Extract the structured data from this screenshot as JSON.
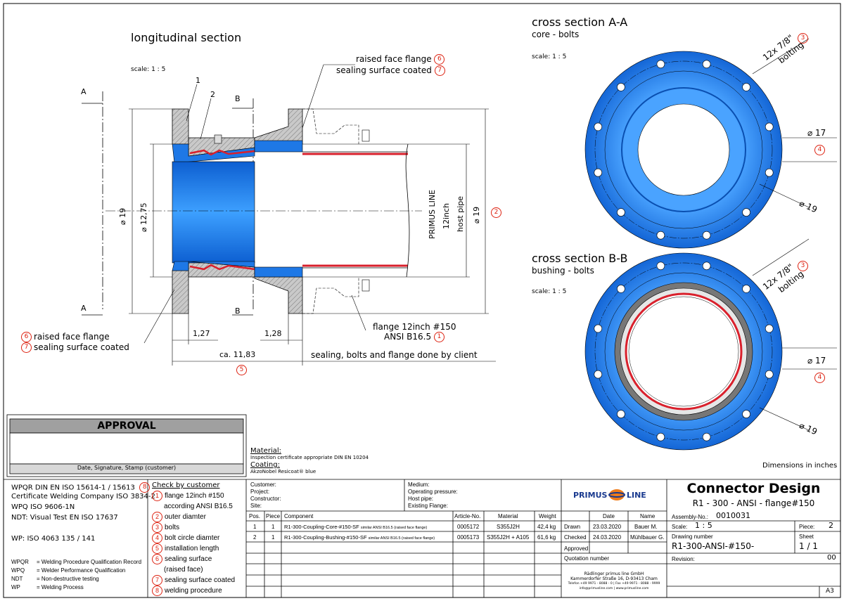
{
  "drawing": {
    "longitudinal": {
      "title": "longitudinal section",
      "scale": "scale: 1 : 5",
      "labels": {
        "part1": "1",
        "part2": "2",
        "A_top": "A",
        "A_bot": "A",
        "B_top": "B",
        "B_bot": "B",
        "d19_left": "19",
        "d1275": "12,75",
        "d19_right": "19",
        "dim127": "1,27",
        "dim128": "1,28",
        "dim1183": "ca. 11,83",
        "host_pipe_1": "PRIMUS LINE",
        "host_pipe_2": "12inch",
        "host_pipe_3": "host pipe",
        "raised_face_top": "raised face flange",
        "sealing_top": "sealing surface coated",
        "raised_face_left": "raised face flange",
        "sealing_left": "sealing surface coated",
        "flange_1": "flange 12inch #150",
        "flange_2": "ANSI B16.5",
        "client_note": "sealing, bolts and flange done by client"
      },
      "markers": {
        "m2": "2",
        "m5": "5",
        "m6a": "6",
        "m7a": "7",
        "m6b": "6",
        "m7b": "7",
        "m1": "1"
      }
    },
    "section_aa": {
      "title": "cross section A-A",
      "subtitle": "core - bolts",
      "scale": "scale: 1 : 5",
      "bolting": "12x 7/8\"",
      "bolting2": "bolting",
      "d17": "17",
      "d19": "19",
      "m3": "3",
      "m4": "4"
    },
    "section_bb": {
      "title": "cross section B-B",
      "subtitle": "bushing - bolts",
      "scale": "scale: 1 : 5",
      "bolting": "12x 7/8\"",
      "bolting2": "bolting",
      "d17": "17",
      "d19": "19",
      "m3": "3",
      "m4": "4"
    },
    "dimensions_note": "Dimensions in inches",
    "colors": {
      "blue": "#1e78e6",
      "red": "#d9202c",
      "grey": "#bdbdbd"
    }
  },
  "approval": {
    "title": "APPROVAL",
    "caption": "Date, Signature, Stamp (customer)"
  },
  "material": {
    "label": "Material:",
    "text": "Inspection certificate appropriate DIN EN 10204",
    "coating_label": "Coating:",
    "coating_text": "AkzoNobel Resicoat® blue"
  },
  "qualifications": {
    "wpqr": "WPQR DIN EN ISO 15614-1 / 15613",
    "wpqr_marker": "8",
    "company": "Certificate Welding Company",
    "company_iso": "ISO 3834-2",
    "wpq": "WPQ ISO 9606-1N",
    "ndt": "NDT: Visual Test EN ISO 17637",
    "wp": "WP: ISO 4063 135 / 141",
    "abbr": [
      {
        "k": "WPQR",
        "v": "= Welding Procedure Qualification Record"
      },
      {
        "k": "WPQ",
        "v": "= Welder Performance Qualification"
      },
      {
        "k": "NDT",
        "v": "= Non-destructive testing"
      },
      {
        "k": "WP",
        "v": "= Welding Process"
      }
    ]
  },
  "check": {
    "title": "Check by customer",
    "items": [
      {
        "n": "1",
        "a": "flange 12inch #150",
        "b": "according ANSI B16.5"
      },
      {
        "n": "2",
        "a": "outer diamter",
        "b": ""
      },
      {
        "n": "3",
        "a": "bolts",
        "b": ""
      },
      {
        "n": "4",
        "a": "bolt circle diamter",
        "b": ""
      },
      {
        "n": "5",
        "a": "installation length",
        "b": ""
      },
      {
        "n": "6",
        "a": "sealing surface",
        "b": "(raised face)"
      },
      {
        "n": "7",
        "a": "sealing surface coated",
        "b": ""
      },
      {
        "n": "8",
        "a": "welding procedure",
        "b": ""
      }
    ]
  },
  "project": {
    "customer": "Customer:",
    "project": "Project:",
    "constructor": "Constructor:",
    "site": "Site:",
    "medium": "Medium:",
    "pressure": "Operating pressure:",
    "host_pipe": "Host pipe:",
    "flange": "Existing Flange:"
  },
  "parts": {
    "headers": [
      "Pos.",
      "Piece",
      "Component",
      "Article-No.",
      "Material",
      "Weight"
    ],
    "rows": [
      {
        "pos": "1",
        "piece": "1",
        "comp": "R1-300-Coupling-Core-#150-SF",
        "note": "similar ANSI B16.5 (raised face flange)",
        "art": "0005172",
        "mat": "S355J2H",
        "w": "42,4 kg"
      },
      {
        "pos": "2",
        "piece": "1",
        "comp": "R1-300-Coupling-Bushing-#150-SF",
        "note": "similar ANSI B16.5 (raised face flange)",
        "art": "0005173",
        "mat": "S355J2H + A105",
        "w": "61,6 kg"
      }
    ]
  },
  "titleblock": {
    "logo_left": "PRIMUS",
    "logo_right": "LINE",
    "date_h": "Date",
    "name_h": "Name",
    "drawn": "Drawn",
    "drawn_date": "23.03.2020",
    "drawn_name": "Bauer M.",
    "checked": "Checked",
    "checked_date": "24.03.2020",
    "checked_name": "Mühlbauer G.",
    "approved": "Approved",
    "quotation": "Quotation number",
    "company1": "Rädlinger primus line GmbH",
    "company2": "Kammerdorfer Straße 16, D-93413 Cham",
    "company3": "Telefon +49 9971 - 8088 - 0  |  Fax +49 9971 - 8088 - 9999",
    "company4": "info@primusline.com  |  www.primusline.com",
    "title": "Connector Design",
    "subtitle": "R1 - 300 - ANSI - flange#150",
    "assembly_label": "Assembly-No.:",
    "assembly": "0010031",
    "scale_label": "Scale:",
    "scale": "1 : 5",
    "piece_label": "Piece:",
    "piece": "2",
    "drawing_label": "Drawing number",
    "drawing": "R1-300-ANSI-#150-",
    "sheet_label": "Sheet",
    "sheet": "1 / 1",
    "revision_label": "Revision:",
    "revision": "00",
    "format": "A3"
  }
}
